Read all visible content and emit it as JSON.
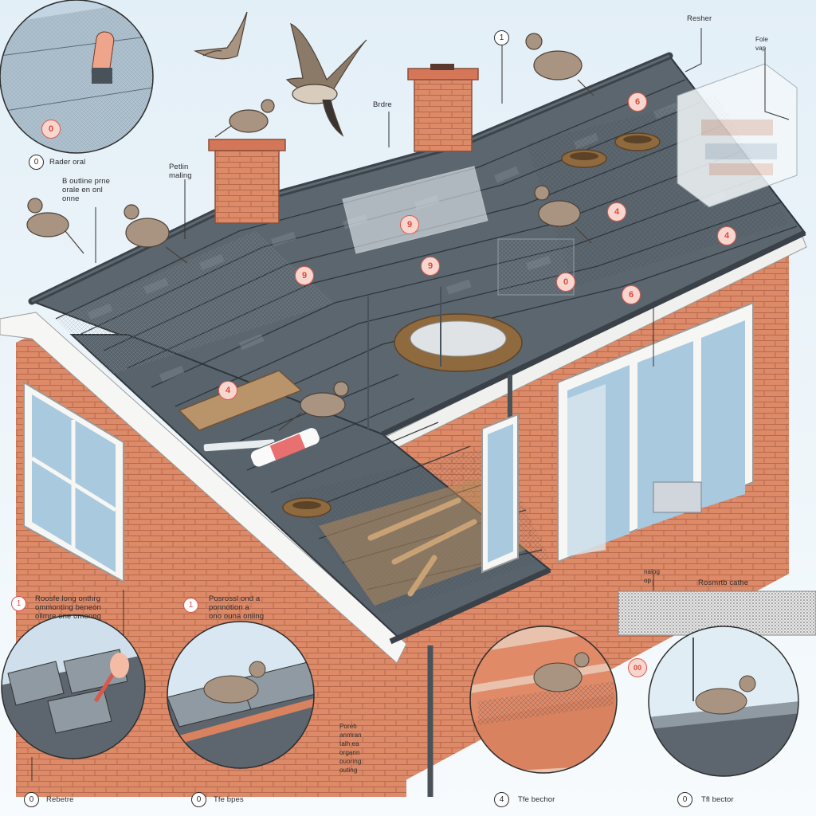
{
  "labels": {
    "top_left_caption": "Rader oral",
    "top_left_num": "0",
    "note_left": "B outline prne\norale en onl\nonne",
    "note_center_left": "Petlin\nmaling",
    "note_center": "Brdre",
    "note_top_num": "1",
    "note_top_right": "Resher",
    "note_far_right": "Fole\nvap",
    "right_panel_top": "nalog\nop",
    "right_panel_label": "Rosmrtb cathe",
    "bottom_note_1": "Roosfe long onthrg\nommonting beneon\nollmre one omonng",
    "bottom_note_1_num": "1",
    "bottom_note_2": "Posrossl ond a\nponnotion a\nono ouna onling",
    "bottom_note_2_num": "1",
    "bottom_note_3": "Poreh\nanmran\ntaih ea\norgann\nouoring\nouting",
    "caption_1": "Rebetre",
    "caption_1_num": "0",
    "caption_2": "Tfe bpes",
    "caption_2_num": "0",
    "caption_3": "Tfe bechor",
    "caption_3_num": "4",
    "caption_4": "Tfl bector",
    "caption_4_num": "0",
    "badge_right_lower": "00"
  },
  "badges": [
    "0",
    "4",
    "9",
    "9",
    "0",
    "9",
    "6",
    "4",
    "6",
    "4"
  ],
  "colors": {
    "sky": "#e9f3f8",
    "roof_tile": "#5d6770",
    "roof_tile_light": "#7d8891",
    "brick": "#d9825f",
    "brick_dark": "#b9654a",
    "trim": "#f4f4f2",
    "window_glass": "#a9c9de",
    "accent_red": "#e34d4d",
    "bird": "#a89480",
    "nest": "#8f6a3e"
  }
}
